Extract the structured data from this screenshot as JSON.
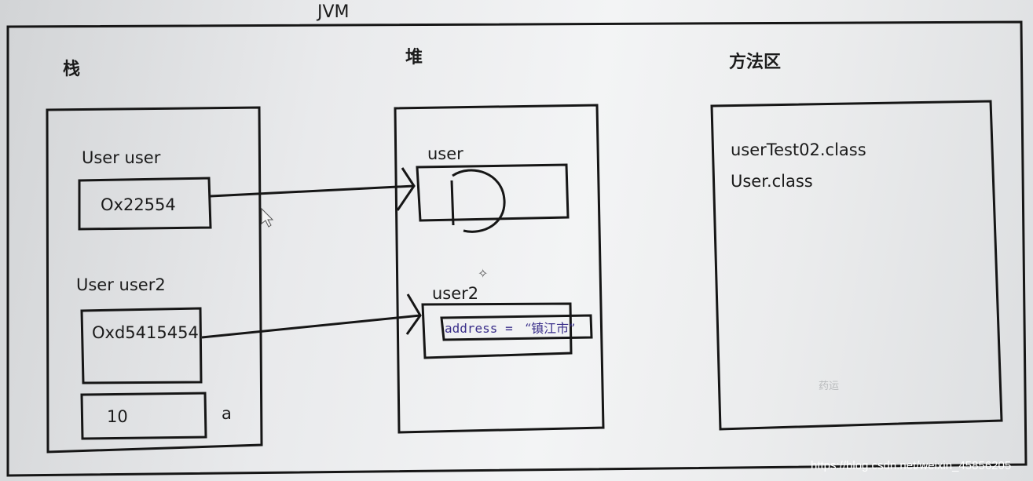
{
  "title": "JVM",
  "sections": {
    "stack": "栈",
    "heap": "堆",
    "method_area": "方法区"
  },
  "stack": {
    "var1_label": "User user",
    "var1_value": "Ox22554",
    "var2_label": "User user2",
    "var2_value": "Oxd5415454",
    "var3_value": "10",
    "var3_label": "a"
  },
  "heap": {
    "obj1_label": "user",
    "obj2_label": "user2",
    "obj2_field": "address = ",
    "obj2_field_value": "“镇江市”"
  },
  "method_area": {
    "class1": "userTest02.class",
    "class2": "User.class",
    "faint_text": "药运"
  },
  "watermark": "https://blog.csdn.net/weixin_45856205"
}
